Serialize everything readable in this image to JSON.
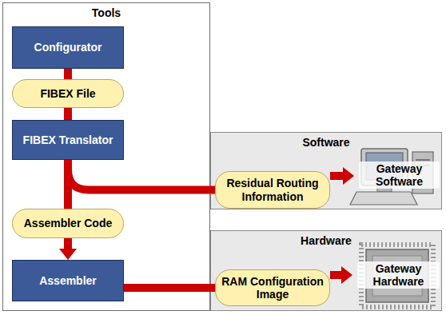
{
  "diagram": {
    "nodes": [
      {
        "text": [
          "Tools"
        ]
      },
      {
        "text": [
          "Configurator"
        ],
        "in": 0
      },
      {
        "text": [
          "FIBEX File"
        ],
        "in": 0
      },
      {
        "text": [
          "FIBEX Translator"
        ],
        "in": 0
      },
      {
        "text": [
          "Assembler Code"
        ],
        "in": 0
      },
      {
        "text": [
          "Assembler"
        ],
        "in": 0
      },
      {
        "text": [
          "Software"
        ]
      },
      {
        "text": [
          "Residual Routing Information"
        ],
        "in": 6
      },
      {
        "text": [
          "Gateway Software"
        ],
        "in": 6
      },
      {
        "text": [
          "Hardware"
        ]
      },
      {
        "text": [
          "RAM Configuration Image"
        ],
        "in": 9
      },
      {
        "text": [
          "Gateway Hardware"
        ],
        "in": 9
      }
    ],
    "edges": [
      {
        "from": 1,
        "to": 2,
        "arrow": "none"
      },
      {
        "from": 2,
        "to": 3,
        "arrow": "none"
      },
      {
        "from": 3,
        "to": 7,
        "arrow": "none"
      },
      {
        "from": 7,
        "to": 8,
        "arrow": "to"
      },
      {
        "from": 3,
        "to": 4,
        "arrow": "none"
      },
      {
        "from": 4,
        "to": 5,
        "arrow": "to"
      },
      {
        "from": 5,
        "to": 10,
        "arrow": "none"
      },
      {
        "from": 10,
        "to": 11,
        "arrow": "to"
      }
    ]
  }
}
